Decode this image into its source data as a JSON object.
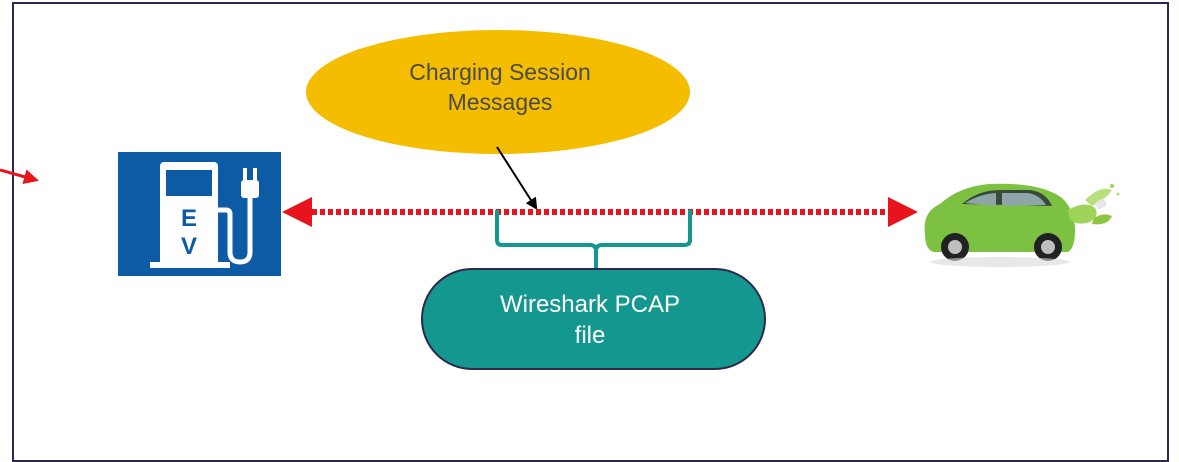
{
  "diagram": {
    "session_label_line1": "Charging Session",
    "session_label_line2": "Messages",
    "pcap_label_line1": "Wireshark PCAP",
    "pcap_label_line2": "file",
    "ev_letter_top": "E",
    "ev_letter_bottom": "V"
  },
  "colors": {
    "frame_border": "#2b2a4c",
    "session_ellipse": "#f5bd00",
    "pcap_box": "#14978f",
    "pcap_box_border": "#2b2a4c",
    "bracket": "#14978f",
    "dotted_arrow": "#e8141b",
    "ev_sign_blue": "#0d5aa5",
    "car_green": "#7cc142"
  },
  "icons": [
    "ev-charging-station-icon",
    "electric-car-icon"
  ]
}
